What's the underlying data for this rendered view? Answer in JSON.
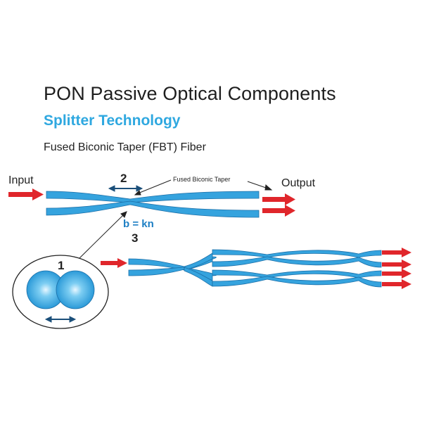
{
  "header": {
    "title": "PON Passive Optical Components",
    "subtitle": "Splitter Technology",
    "subheading": "Fused Biconic Taper (FBT) Fiber"
  },
  "labels": {
    "input": "Input",
    "output": "Output",
    "fused_biconic_taper": "Fused Biconic Taper",
    "step1": "1",
    "step2": "2",
    "step3": "3",
    "formula": "b = kn"
  },
  "colors": {
    "fiber": "#35a3de",
    "fiber_edge": "#1b6fa8",
    "arrow": "#e0262b",
    "accent": "#1d7fc4"
  },
  "icons": [
    "input-arrow-icon",
    "output-arrow-icon",
    "double-arrow-icon",
    "pointer-arrow-icon"
  ]
}
